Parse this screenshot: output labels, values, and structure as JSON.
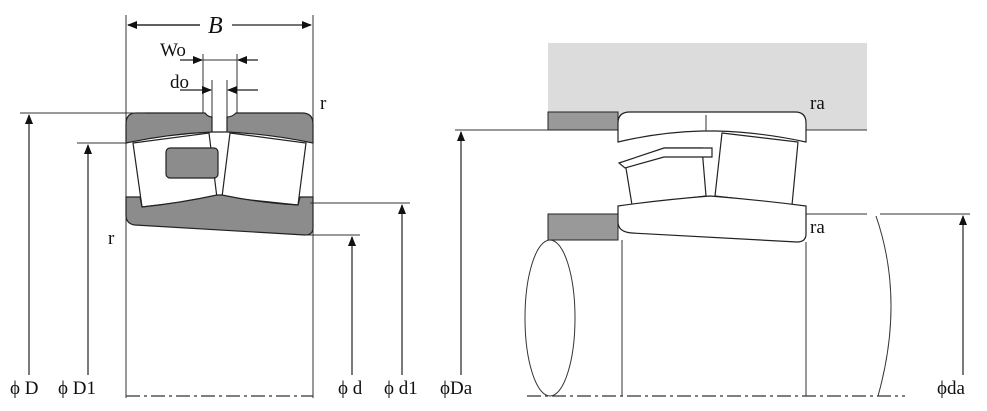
{
  "title": "Spherical roller bearing dimensions and mounting",
  "left_diagram": {
    "width_label": "B",
    "groove_width_label": "Wo",
    "hole_diameter_label": "do",
    "chamfer_outer_label": "r",
    "chamfer_inner_label": "r",
    "outer_diameter_label": "ϕ D",
    "outer_raceway_label": "ϕ D1",
    "bore_label": "ϕ d",
    "inner_shoulder_label": "ϕ d1"
  },
  "right_diagram": {
    "housing_shoulder_label": "ϕDa",
    "shaft_shoulder_label": "ϕda",
    "fillet_housing_label": "ra",
    "fillet_shaft_label": "ra"
  },
  "colors": {
    "ring_fill": "#8c8c8c",
    "housing_fill": "#dcdcdc",
    "shoulder_fill": "#999999"
  }
}
